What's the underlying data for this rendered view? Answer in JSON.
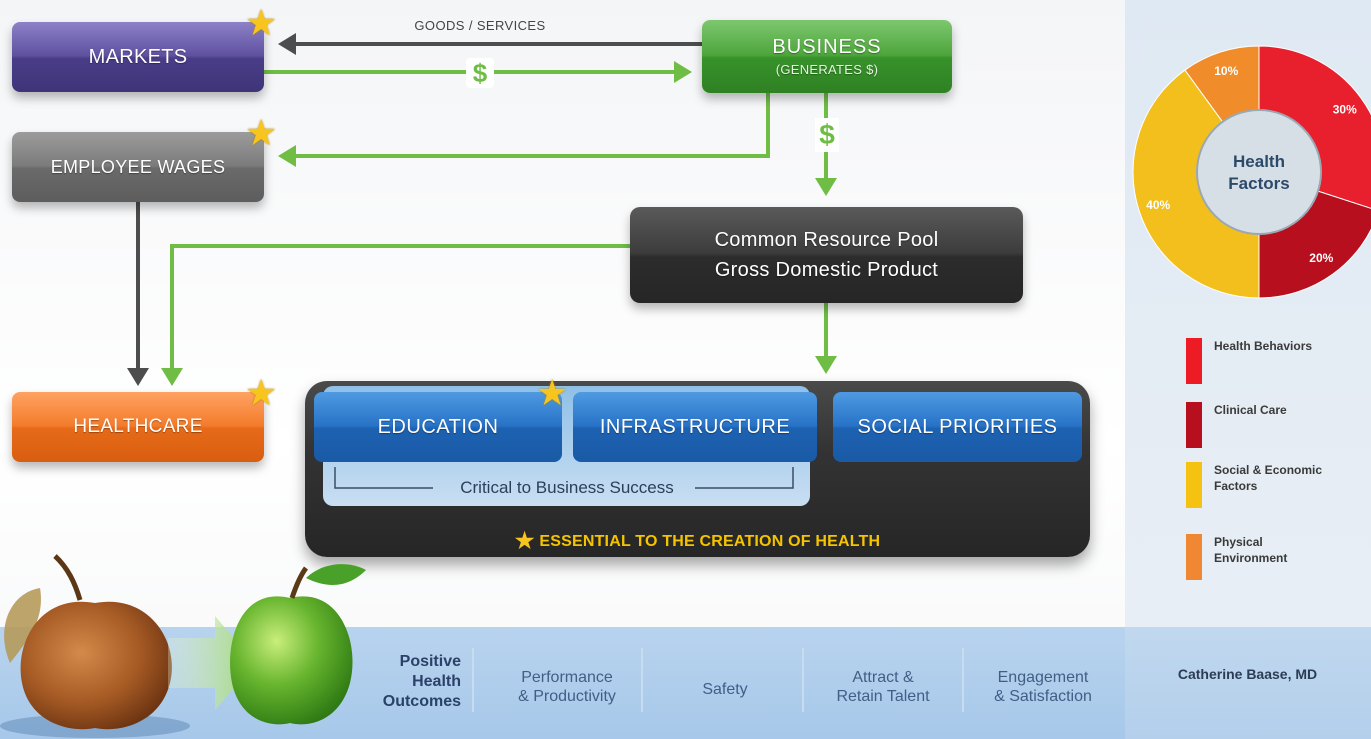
{
  "boxes": {
    "markets": "MARKETS",
    "business_line1": "BUSINESS",
    "business_line2": "(GENERATES $)",
    "employee_wages": "EMPLOYEE WAGES",
    "pool_line1": "Common Resource Pool",
    "pool_line2": "Gross Domestic Product",
    "healthcare": "HEALTHCARE",
    "education": "EDUCATION",
    "infrastructure": "INFRASTRUCTURE",
    "social_priorities": "SOCIAL PRIORITIES"
  },
  "labels": {
    "goods_services": "GOODS / SERVICES",
    "dollar_1": "$",
    "dollar_2": "$",
    "critical": "Critical to Business Success",
    "essential": "ESSENTIAL TO THE CREATION OF HEALTH"
  },
  "donut": {
    "center_line1": "Health",
    "center_line2": "Factors",
    "segments": [
      {
        "label": "30%",
        "value": 30,
        "color": "#e8202e"
      },
      {
        "label": "20%",
        "value": 20,
        "color": "#b70f1e"
      },
      {
        "label": "40%",
        "value": 40,
        "color": "#f2bf1c"
      },
      {
        "label": "10%",
        "value": 10,
        "color": "#f08c2a"
      }
    ]
  },
  "legend": [
    {
      "text": "Health Behaviors",
      "color": "#ec1b24"
    },
    {
      "text": "Clinical Care",
      "color": "#b80f1f"
    },
    {
      "text": "Social & Economic Factors",
      "color": "#f5c211"
    },
    {
      "text": "Physical Environment",
      "color": "#f08733"
    }
  ],
  "bottom": {
    "title": "Positive Health Outcomes",
    "title_lines": [
      "Positive",
      "Health",
      "Outcomes"
    ],
    "items": [
      {
        "line1": "Performance",
        "line2": "& Productivity"
      },
      {
        "line1": "Safety",
        "line2": ""
      },
      {
        "line1": "Attract &",
        "line2": "Retain Talent"
      },
      {
        "line1": "Engagement",
        "line2": "& Satisfaction"
      }
    ],
    "author": "Catherine Baase, MD"
  },
  "colors": {
    "arrow_green": "#6fbd45",
    "arrow_gray": "#4d4d4d",
    "star": "#f7c51e"
  }
}
